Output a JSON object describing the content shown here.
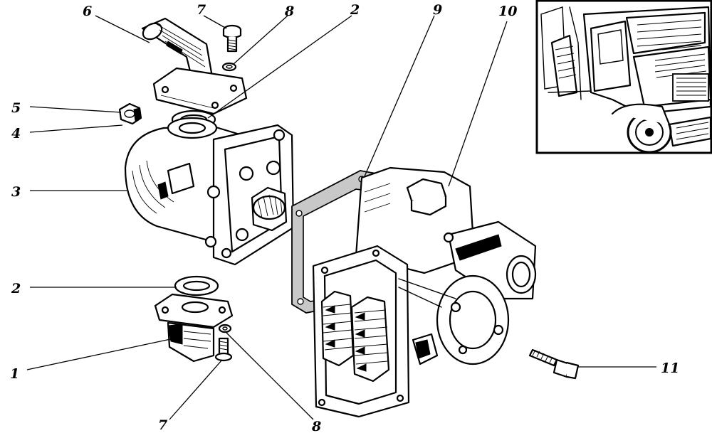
{
  "callouts": [
    {
      "id": "label-6a",
      "text": "6"
    },
    {
      "id": "label-7a",
      "text": "7"
    },
    {
      "id": "label-8a",
      "text": "8"
    },
    {
      "id": "label-2a",
      "text": "2"
    },
    {
      "id": "label-9",
      "text": "9"
    },
    {
      "id": "label-10",
      "text": "10"
    },
    {
      "id": "label-5",
      "text": "5"
    },
    {
      "id": "label-4",
      "text": "4"
    },
    {
      "id": "label-3",
      "text": "3"
    },
    {
      "id": "label-2b",
      "text": "2"
    },
    {
      "id": "label-1",
      "text": "1"
    },
    {
      "id": "label-7b",
      "text": "7"
    },
    {
      "id": "label-8b",
      "text": "8"
    },
    {
      "id": "label-11",
      "text": "11"
    }
  ]
}
